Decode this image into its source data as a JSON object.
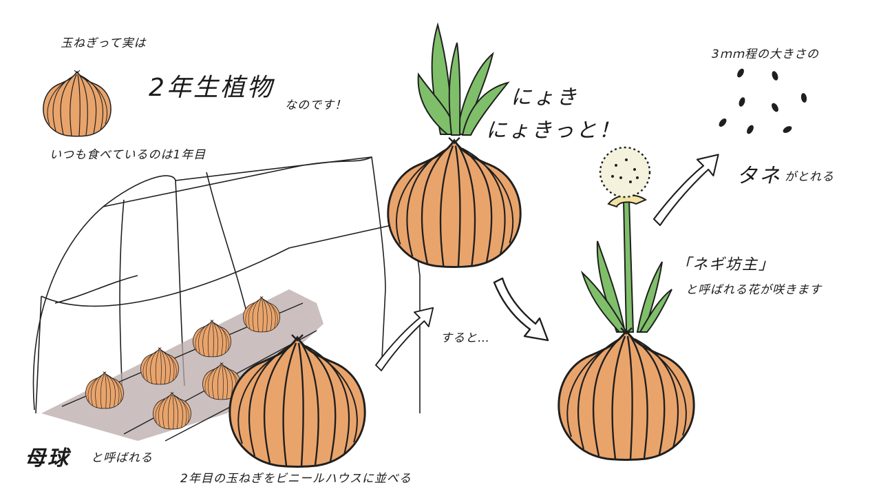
{
  "texts": {
    "intro": "玉ねぎって実は",
    "headline": "2年生植物",
    "headline_tail": "なのです！",
    "first_year": "いつも食べているのは1年目",
    "sprout_1": "にょき",
    "sprout_2": "にょきっと！",
    "then": "すると…",
    "seed_size": "3ｍｍ程の大きさの",
    "seed": "タネ",
    "seed_tail": "がとれる",
    "flower_name": "「ネギ坊主」",
    "flower_desc": "と呼ばれる花が咲きます",
    "mother_bulb": "母球",
    "mother_bulb_tail": "と呼ばれる",
    "greenhouse_caption": "2年目の玉ねぎをビニールハウスに並べる"
  },
  "colors": {
    "onion_fill": "#e9a46c",
    "onion_stroke": "#1f1f1f",
    "leaf_fill": "#7fbf6a",
    "flower_fill": "#f4f1dc",
    "bed_fill": "#b9a9aa"
  }
}
